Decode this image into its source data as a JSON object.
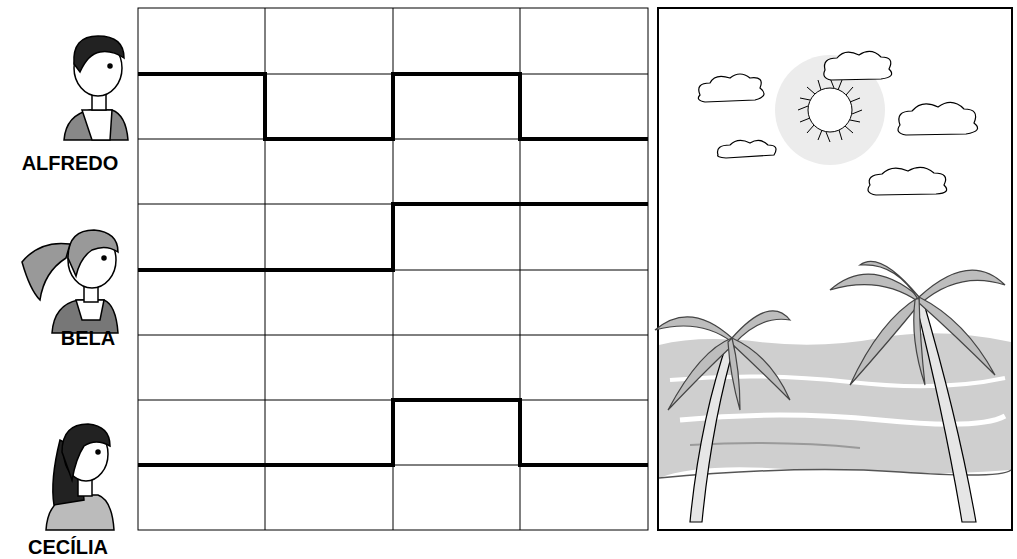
{
  "diagram": {
    "labels": [
      "ALFREDO",
      "BELA",
      "CECÍLIA"
    ]
  }
}
